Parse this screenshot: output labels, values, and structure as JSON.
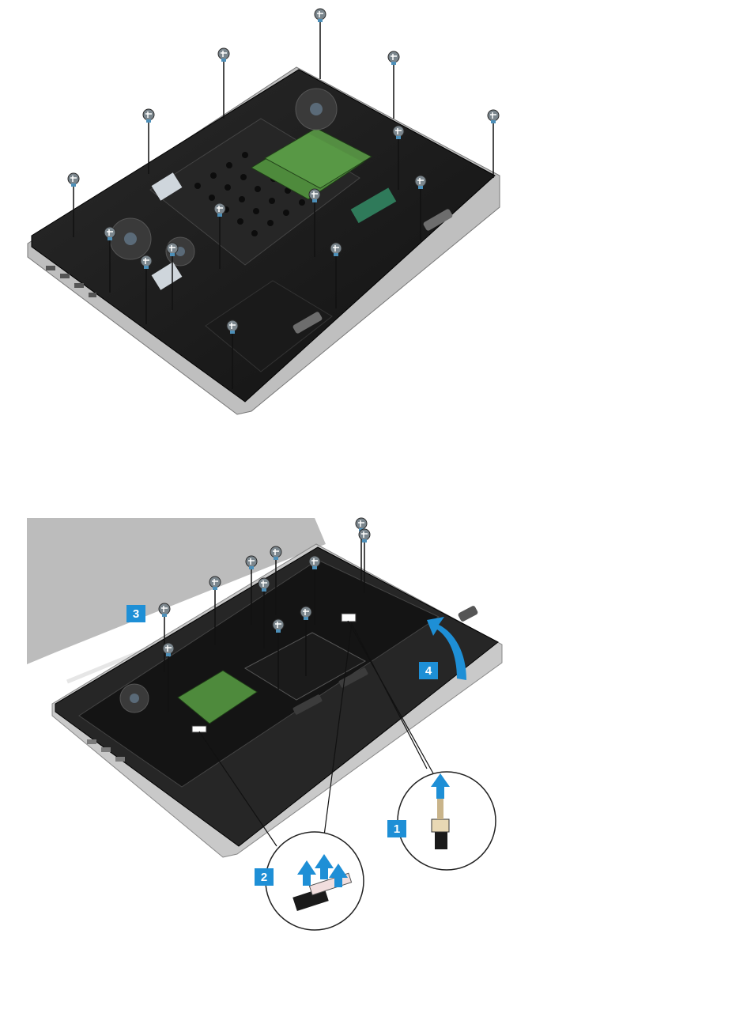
{
  "steps": [
    {
      "number": "1",
      "color": "#1e8fd6"
    },
    {
      "number": "2",
      "color": "#1e8fd6"
    },
    {
      "number": "3",
      "color": "#1e8fd6"
    },
    {
      "number": "4",
      "color": "#1e8fd6"
    }
  ],
  "colors": {
    "chassis": "#1c1c1c",
    "silver_edge": "#c9c9c9",
    "screen_back": "#bdbdbd",
    "ram_green": "#4e8a3c",
    "arrow_blue": "#1e8fd6",
    "screw": "#5f6a72"
  }
}
